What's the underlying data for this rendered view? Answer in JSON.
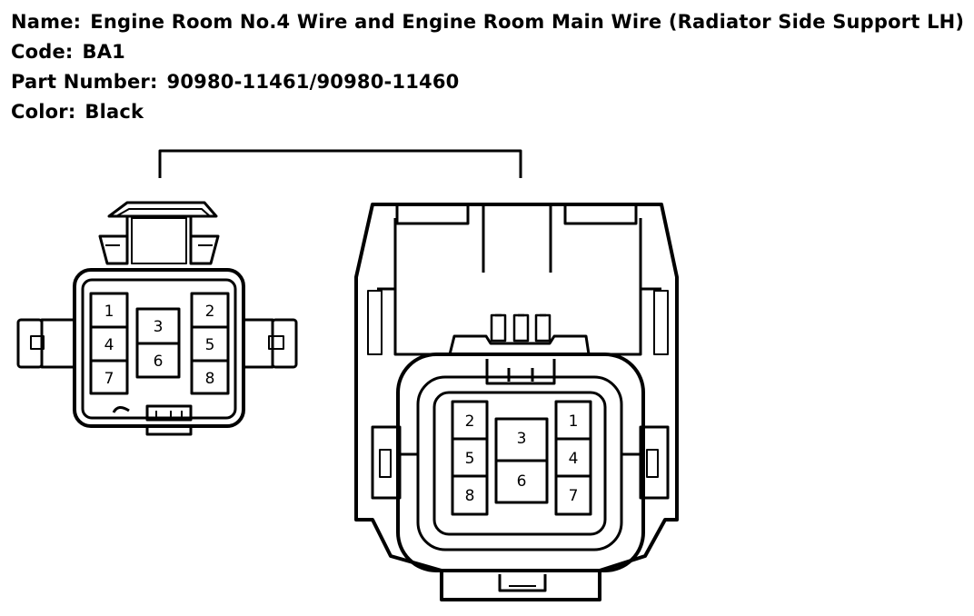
{
  "header": {
    "name_label": "Name:",
    "name_value": "Engine Room No.4 Wire and Engine Room Main Wire (Radiator Side Support LH)",
    "code_label": "Code:",
    "code_value": "BA1",
    "part_label": "Part Number:",
    "part_value": "90980-11461/90980-11460",
    "color_label": "Color:",
    "color_value": "Black"
  },
  "left_connector": {
    "pins": [
      "1",
      "2",
      "3",
      "4",
      "5",
      "6",
      "7",
      "8"
    ]
  },
  "right_connector": {
    "pins": [
      "1",
      "2",
      "3",
      "4",
      "5",
      "6",
      "7",
      "8"
    ]
  }
}
